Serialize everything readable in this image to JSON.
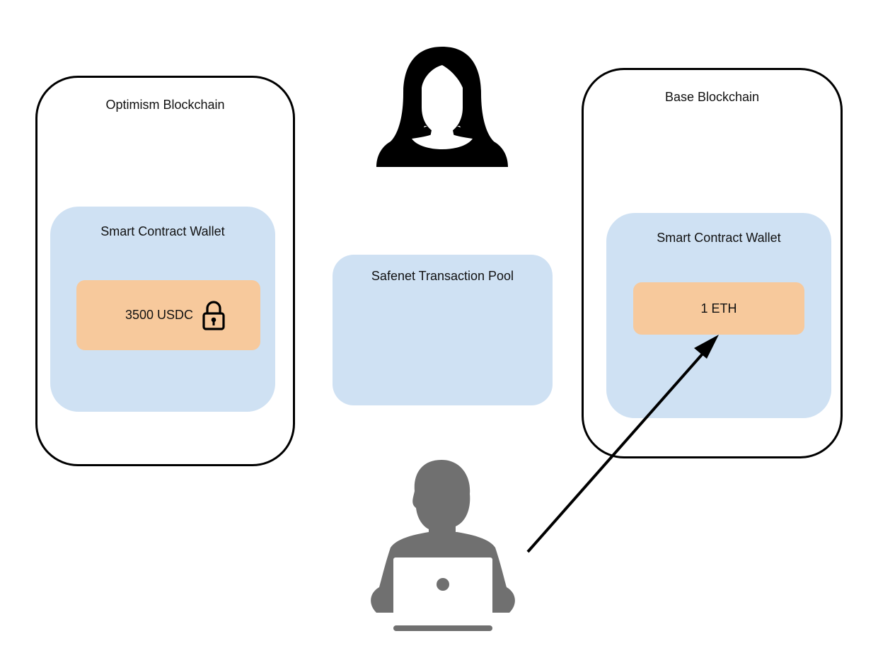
{
  "left_chain": {
    "title": "Optimism Blockchain",
    "wallet_title": "Smart Contract Wallet",
    "asset": "3500 USDC",
    "asset_icon": "lock-icon"
  },
  "right_chain": {
    "title": "Base Blockchain",
    "wallet_title": "Smart Contract Wallet",
    "asset": "1 ETH"
  },
  "pool": {
    "title": "Safenet Transaction Pool"
  },
  "icons": {
    "top_person": "woman-user-icon",
    "bottom_person": "person-at-laptop-icon",
    "transfer_arrow": "arrow-icon"
  },
  "colors": {
    "wallet_fill": "#cfe1f3",
    "asset_fill": "#f7c99c",
    "outline": "#000000",
    "person_gray": "#707070"
  }
}
